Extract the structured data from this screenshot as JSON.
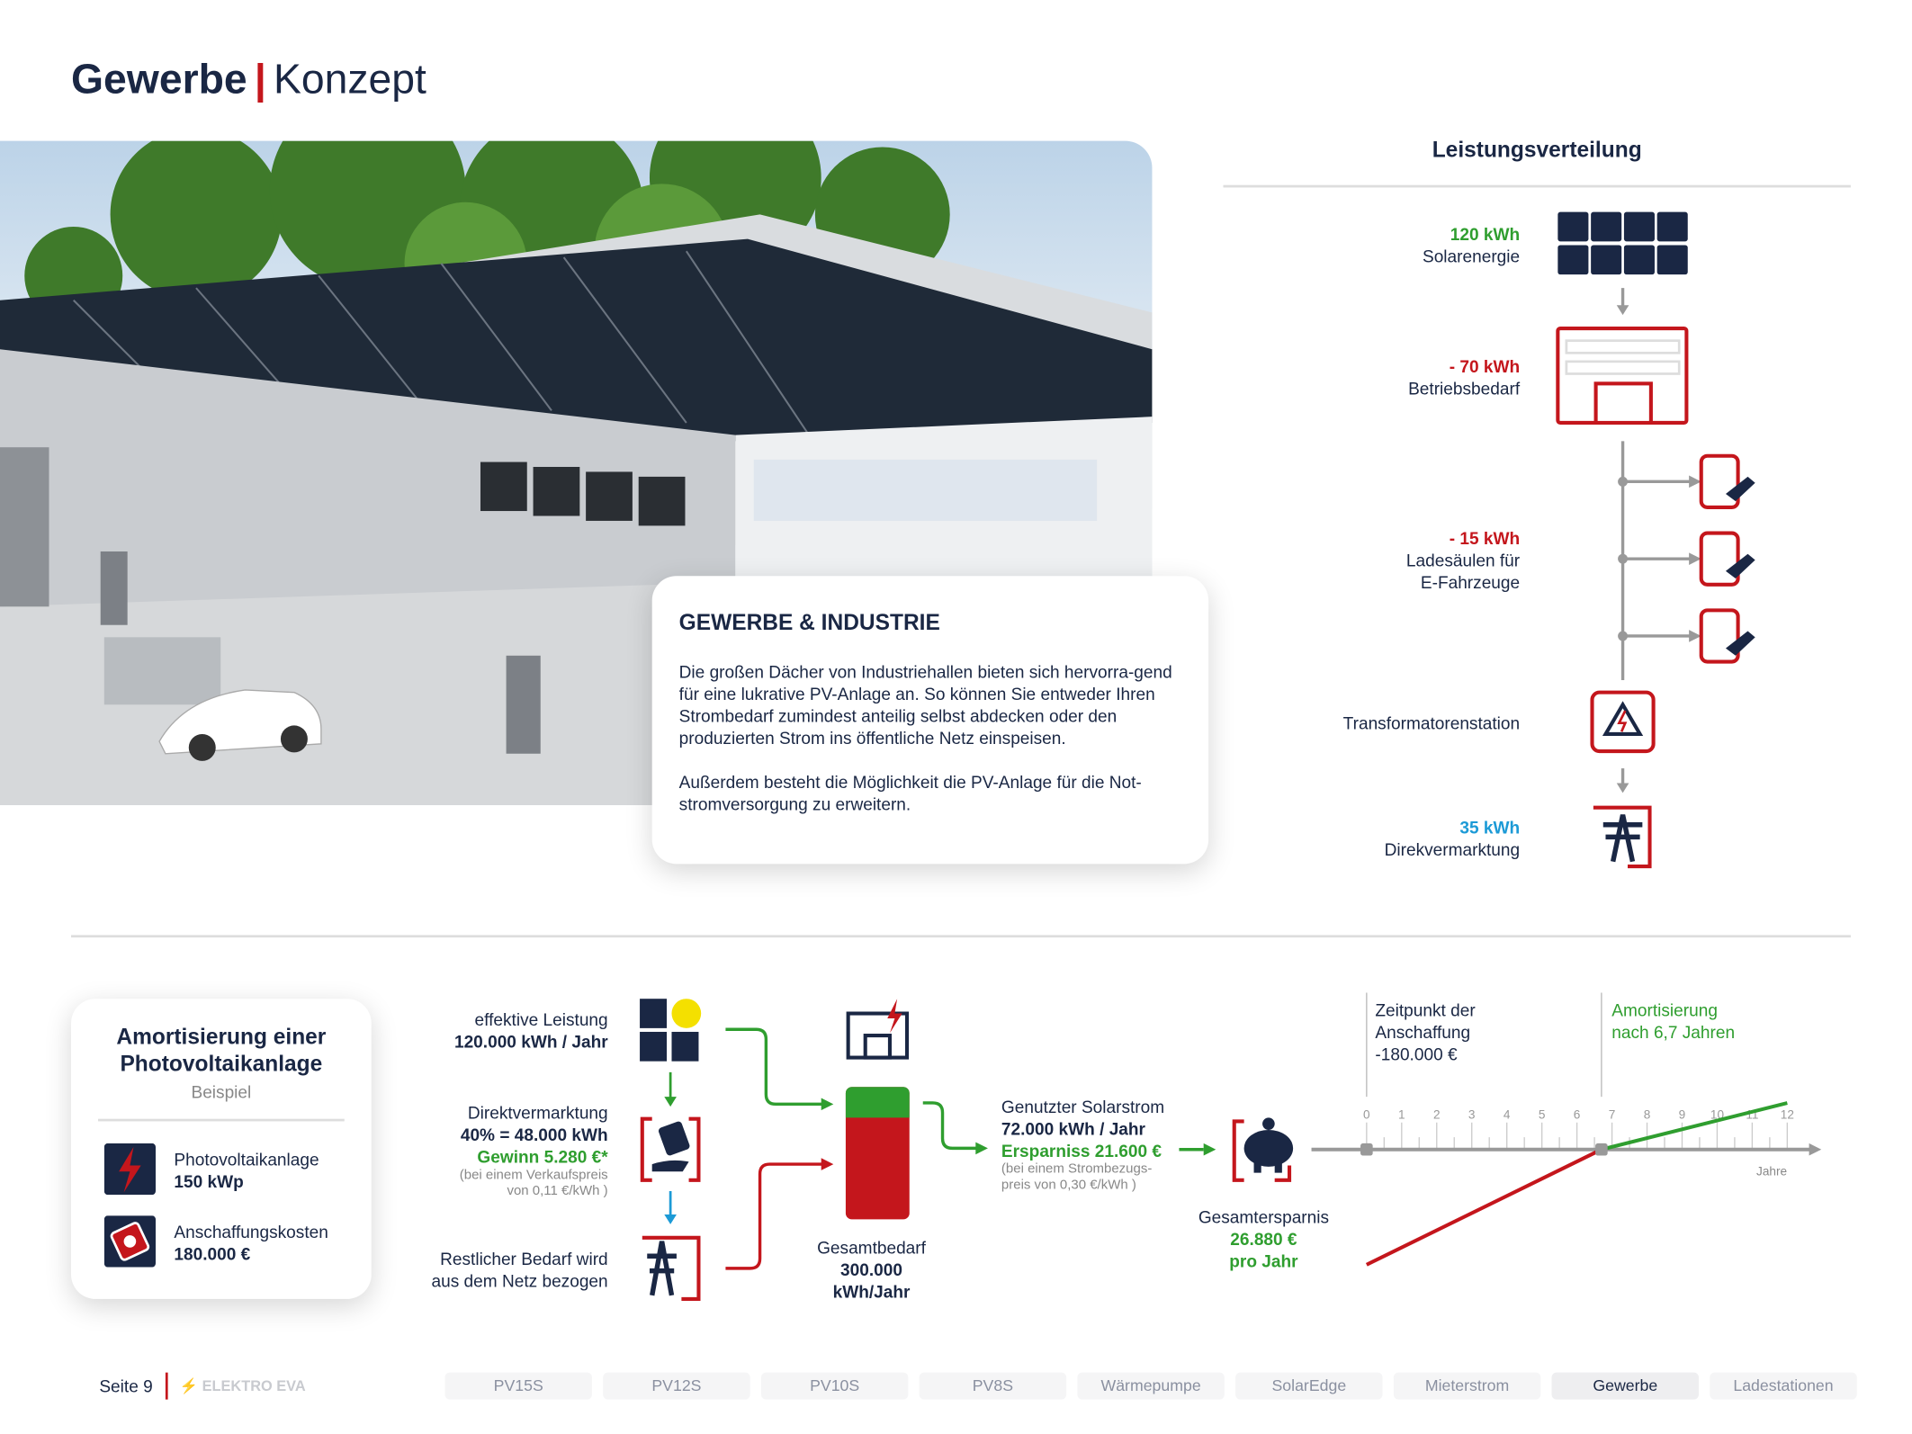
{
  "header": {
    "title": "Gewerbe",
    "separator": "|",
    "subtitle": "Konzept"
  },
  "intro": {
    "heading": "GEWERBE & INDUSTRIE",
    "p1": "Die großen Dächer von Industriehallen bieten sich hervorra-gend für eine lukrative PV-Anlage an. So können Sie entweder Ihren Strombedarf zumindest anteilig selbst abdecken oder den produzierten Strom ins öffentliche Netz einspeisen.",
    "p2": "Außerdem besteht die Möglichkeit die PV-Anlage für die Not-stromversorgung zu erweitern."
  },
  "distribution": {
    "title": "Leistungsverteilung",
    "solar": {
      "value": "120 kWh",
      "label": "Solarenergie"
    },
    "operation": {
      "value": "- 70 kWh",
      "label": "Betriebsbedarf"
    },
    "charging": {
      "value": "- 15 kWh",
      "label1": "Ladesäulen für",
      "label2": "E-Fahrzeuge"
    },
    "transformer": {
      "label": "Transformatorenstation"
    },
    "direct": {
      "value": "35 kWh",
      "label": "Direkvermarktung"
    }
  },
  "amortization": {
    "title1": "Amortisierung einer",
    "title2": "Photovoltaikanlage",
    "subtitle": "Beispiel",
    "items": [
      {
        "label": "Photovoltaikanlage",
        "value": "150 kWp"
      },
      {
        "label": "Anschaffungskosten",
        "value": "180.000 €"
      }
    ]
  },
  "flow": {
    "effective": {
      "label": "effektive Leistung",
      "value": "120.000 kWh / Jahr"
    },
    "direct": {
      "label": "Direktvermarktung",
      "value": "40% = 48.000 kWh",
      "gain": "Gewinn 5.280 €*",
      "note1": "(bei einem Verkaufspreis",
      "note2": "von  0,11 €/kWh )"
    },
    "grid": {
      "label1": "Restlicher Bedarf wird",
      "label2": "aus dem Netz bezogen"
    },
    "total": {
      "label": "Gesamtbedarf",
      "value1": "300.000",
      "value2": "kWh/Jahr"
    },
    "used": {
      "label": "Genutzter Solarstrom",
      "value": "72.000 kWh / Jahr",
      "saving": "Ersparniss 21.600 €",
      "note1": "(bei einem Strombezugs-",
      "note2": "preis von  0,30 €/kWh )"
    },
    "savings": {
      "label": "Gesamtersparnis",
      "value": "26.880 €",
      "period": "pro Jahr"
    }
  },
  "timeline": {
    "purchase1": "Zeitpunkt der",
    "purchase2": "Anschaffung",
    "purchase3": "-180.000 €",
    "amort1": "Amortisierung",
    "amort2": "nach 6,7 Jahren",
    "ticks": [
      "0",
      "1",
      "2",
      "3",
      "4",
      "5",
      "6",
      "7",
      "8",
      "9",
      "10",
      "11",
      "12"
    ],
    "axis_label": "Jahre",
    "investment": -180000,
    "annual_saving": 26880,
    "break_even_years": 6.7
  },
  "footer": {
    "page": "Seite 9",
    "brand": "ELEKTRO EVA",
    "tabs": [
      {
        "label": "PV15S"
      },
      {
        "label": "PV12S"
      },
      {
        "label": "PV10S"
      },
      {
        "label": "PV8S"
      },
      {
        "label": "Wärmepumpe"
      },
      {
        "label": "SolarEdge"
      },
      {
        "label": "Mieterstrom"
      },
      {
        "label": "Gewerbe",
        "active": true
      },
      {
        "label": "Ladestationen"
      }
    ]
  },
  "colors": {
    "navy": "#1a2744",
    "red": "#c4161c",
    "green": "#2f9e2f",
    "blue": "#1c9ad6"
  }
}
